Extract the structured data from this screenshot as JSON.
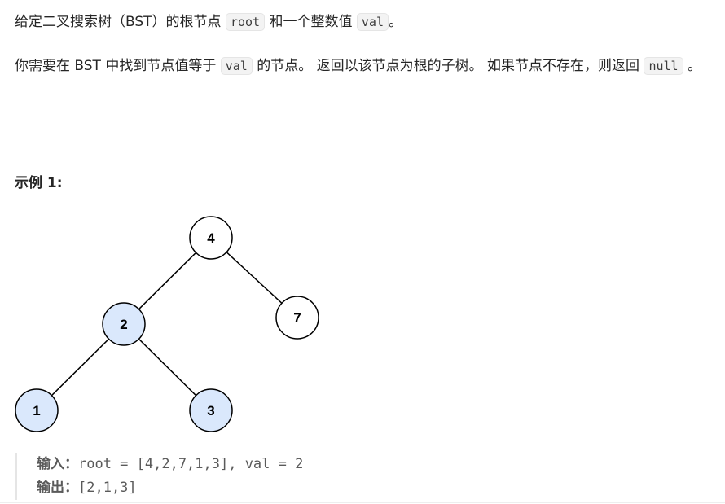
{
  "para1": {
    "t1": "给定二叉搜索树（BST）的根节点 ",
    "c1": "root",
    "t2": " 和一个整数值 ",
    "c2": "val",
    "t3": "。"
  },
  "para2": {
    "t1": "你需要在 BST 中找到节点值等于 ",
    "c1": "val",
    "t2": " 的节点。 返回以该节点为根的子树。 如果节点不存在，则返回 ",
    "c2": "null",
    "t3": " 。"
  },
  "example_title": "示例 1:",
  "tree": {
    "nodes": [
      {
        "label": "4",
        "highlight": false
      },
      {
        "label": "2",
        "highlight": true
      },
      {
        "label": "7",
        "highlight": false
      },
      {
        "label": "1",
        "highlight": true
      },
      {
        "label": "3",
        "highlight": true
      }
    ],
    "highlight_color": "#dae8fc"
  },
  "example": {
    "input_label": "输入：",
    "input_value": "root = [4,2,7,1,3], val = 2",
    "output_label": "输出：",
    "output_value": "[2,1,3]"
  }
}
